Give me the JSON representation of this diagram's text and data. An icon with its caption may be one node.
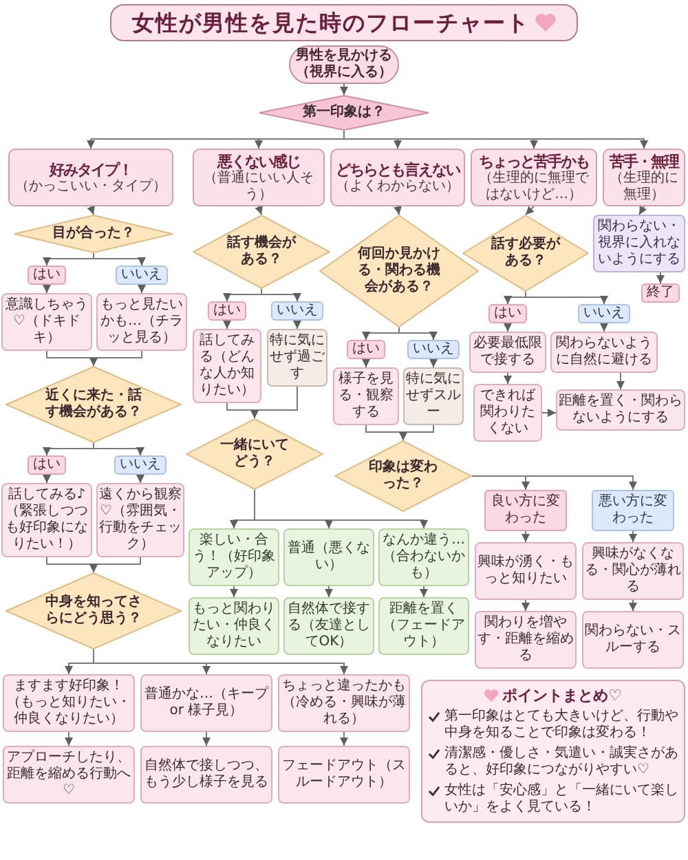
{
  "diagram": {
    "title": "女性が男性を見た時のフローチャート",
    "nodes": [
      {
        "text": [
          "男性を見かける（視界に入る）"
        ]
      },
      {
        "text": [
          "第一印象は？"
        ]
      },
      {
        "text": [
          "好みタイプ！",
          "（かっこいい・タイプ）"
        ]
      },
      {
        "text": [
          "悪くない感じ",
          "（普通にいい人そう）"
        ]
      },
      {
        "text": [
          "どちらとも言えない",
          "（よくわからない）"
        ]
      },
      {
        "text": [
          "ちょっと苦手かも",
          "（生理的に無理ではないけど…）"
        ]
      },
      {
        "text": [
          "苦手・無理",
          "（生理的に無理）"
        ]
      },
      {
        "text": [
          "目が合った？"
        ]
      },
      {
        "text": [
          "はい"
        ]
      },
      {
        "text": [
          "いいえ"
        ]
      },
      {
        "text": [
          "意識しちゃう♡（ドキドキ）"
        ]
      },
      {
        "text": [
          "もっと見たいかも…（チラッと見る）"
        ]
      },
      {
        "text": [
          "近くに来た・話す機会がある？"
        ]
      },
      {
        "text": [
          "はい"
        ]
      },
      {
        "text": [
          "いいえ"
        ]
      },
      {
        "text": [
          "話してみる♪（緊張しつつも好印象になりたい！）"
        ]
      },
      {
        "text": [
          "遠くから観察♡（雰囲気・行動をチェック）"
        ]
      },
      {
        "text": [
          "中身を知ってさらにどう思う？"
        ]
      },
      {
        "text": [
          "ますます好印象！（もっと知りたい・仲良くなりたい）"
        ]
      },
      {
        "text": [
          "普通かな…（キープ or 様子見）"
        ]
      },
      {
        "text": [
          "ちょっと違ったかも（冷める・興味が薄れる）"
        ]
      },
      {
        "text": [
          "アプローチしたり、距離を縮める行動へ♡"
        ]
      },
      {
        "text": [
          "自然体で接しつつ、もう少し様子を見る"
        ]
      },
      {
        "text": [
          "フェードアウト（スルードアウト）"
        ]
      },
      {
        "text": [
          "話す機会がある？"
        ]
      },
      {
        "text": [
          "はい"
        ]
      },
      {
        "text": [
          "いいえ"
        ]
      },
      {
        "text": [
          "話してみる（どんな人か知りたい）"
        ]
      },
      {
        "text": [
          "特に気にせず過ごす"
        ]
      },
      {
        "text": [
          "一緒にいてどう？"
        ]
      },
      {
        "text": [
          "楽しい・合う！（好印象アップ）"
        ]
      },
      {
        "text": [
          "普通（悪くない）"
        ]
      },
      {
        "text": [
          "なんか違う…（合わないかも）"
        ]
      },
      {
        "text": [
          "もっと関わりたい・仲良くなりたい"
        ]
      },
      {
        "text": [
          "自然体で接する（友達としてOK）"
        ]
      },
      {
        "text": [
          "距離を置く（フェードアウト）"
        ]
      },
      {
        "text": [
          "何回か見かける・関わる機会がある？"
        ]
      },
      {
        "text": [
          "はい"
        ]
      },
      {
        "text": [
          "いいえ"
        ]
      },
      {
        "text": [
          "様子を見る・観察する"
        ]
      },
      {
        "text": [
          "特に気にせずスルー"
        ]
      },
      {
        "text": [
          "印象は変わった？"
        ]
      },
      {
        "text": [
          "良い方に変わった"
        ]
      },
      {
        "text": [
          "悪い方に変わった"
        ]
      },
      {
        "text": [
          "興味が湧く・もっと知りたい"
        ]
      },
      {
        "text": [
          "興味がなくなる・関心が薄れる"
        ]
      },
      {
        "text": [
          "関わりを増やす・距離を縮める"
        ]
      },
      {
        "text": [
          "関わらない・スルーする"
        ]
      },
      {
        "text": [
          "話す必要がある？"
        ]
      },
      {
        "text": [
          "はい"
        ]
      },
      {
        "text": [
          "いいえ"
        ]
      },
      {
        "text": [
          "必要最低限で接する"
        ]
      },
      {
        "text": [
          "関わらないように自然に避ける"
        ]
      },
      {
        "text": [
          "できれば関わりたくない"
        ]
      },
      {
        "text": [
          "距離を置く・関わらないようにする"
        ]
      },
      {
        "text": [
          "関わらない・視界に入れないようにする"
        ]
      },
      {
        "text": [
          "終了"
        ]
      },
      {
        "text": [
          "ポイントまとめ♡",
          "第一印象はとても大きいけど、行動や中身を知ることで印象は変わる！",
          "清潔感・優しさ・気遣い・誠実さがあると、好印象につながりやすい♡",
          "女性は「安心感」と「一緒にいて楽しいか」をよく見ている！"
        ]
      }
    ],
    "edges": [
      {
        "from": 0,
        "to": 1,
        "arrow": "to"
      },
      {
        "from": 1,
        "to": 2,
        "arrow": "to"
      },
      {
        "from": 1,
        "to": 3,
        "arrow": "to"
      },
      {
        "from": 1,
        "to": 4,
        "arrow": "to"
      },
      {
        "from": 1,
        "to": 5,
        "arrow": "to"
      },
      {
        "from": 1,
        "to": 6,
        "arrow": "to"
      },
      {
        "from": 2,
        "to": 7,
        "arrow": "to"
      },
      {
        "from": 7,
        "to": 8,
        "arrow": "to"
      },
      {
        "from": 7,
        "to": 9,
        "arrow": "to"
      },
      {
        "from": 8,
        "to": 10,
        "arrow": "to"
      },
      {
        "from": 9,
        "to": 11,
        "arrow": "to"
      },
      {
        "from": 10,
        "to": 12,
        "arrow": "to"
      },
      {
        "from": 11,
        "to": 12,
        "arrow": "to"
      },
      {
        "from": 12,
        "to": 13,
        "arrow": "to"
      },
      {
        "from": 12,
        "to": 14,
        "arrow": "to"
      },
      {
        "from": 13,
        "to": 15,
        "arrow": "to"
      },
      {
        "from": 14,
        "to": 16,
        "arrow": "to"
      },
      {
        "from": 15,
        "to": 17,
        "arrow": "to"
      },
      {
        "from": 16,
        "to": 17,
        "arrow": "to"
      },
      {
        "from": 17,
        "to": 18,
        "arrow": "to"
      },
      {
        "from": 17,
        "to": 19,
        "arrow": "to"
      },
      {
        "from": 17,
        "to": 20,
        "arrow": "to"
      },
      {
        "from": 18,
        "to": 21,
        "arrow": "to"
      },
      {
        "from": 19,
        "to": 22,
        "arrow": "to"
      },
      {
        "from": 20,
        "to": 23,
        "arrow": "to"
      },
      {
        "from": 3,
        "to": 24,
        "arrow": "to"
      },
      {
        "from": 24,
        "to": 25,
        "arrow": "to"
      },
      {
        "from": 24,
        "to": 26,
        "arrow": "to"
      },
      {
        "from": 25,
        "to": 27,
        "arrow": "to"
      },
      {
        "from": 26,
        "to": 28,
        "arrow": "to"
      },
      {
        "from": 27,
        "to": 29,
        "arrow": "to"
      },
      {
        "from": 28,
        "to": 29,
        "arrow": "to"
      },
      {
        "from": 29,
        "to": 30,
        "arrow": "to"
      },
      {
        "from": 29,
        "to": 31,
        "arrow": "to"
      },
      {
        "from": 29,
        "to": 32,
        "arrow": "to"
      },
      {
        "from": 30,
        "to": 33,
        "arrow": "to"
      },
      {
        "from": 31,
        "to": 34,
        "arrow": "to"
      },
      {
        "from": 32,
        "to": 35,
        "arrow": "to"
      },
      {
        "from": 4,
        "to": 36,
        "arrow": "to"
      },
      {
        "from": 36,
        "to": 37,
        "arrow": "to"
      },
      {
        "from": 36,
        "to": 38,
        "arrow": "to"
      },
      {
        "from": 37,
        "to": 39,
        "arrow": "to"
      },
      {
        "from": 38,
        "to": 40,
        "arrow": "to"
      },
      {
        "from": 39,
        "to": 41,
        "arrow": "to"
      },
      {
        "from": 40,
        "to": 41,
        "arrow": "to"
      },
      {
        "from": 41,
        "to": 42,
        "arrow": "to"
      },
      {
        "from": 41,
        "to": 43,
        "arrow": "to"
      },
      {
        "from": 42,
        "to": 44,
        "arrow": "to"
      },
      {
        "from": 43,
        "to": 45,
        "arrow": "to"
      },
      {
        "from": 44,
        "to": 46,
        "arrow": "to"
      },
      {
        "from": 45,
        "to": 47,
        "arrow": "to"
      },
      {
        "from": 5,
        "to": 48,
        "arrow": "to"
      },
      {
        "from": 48,
        "to": 49,
        "arrow": "to"
      },
      {
        "from": 48,
        "to": 50,
        "arrow": "to"
      },
      {
        "from": 49,
        "to": 51,
        "arrow": "to"
      },
      {
        "from": 50,
        "to": 52,
        "arrow": "to"
      },
      {
        "from": 51,
        "to": 53,
        "arrow": "to"
      },
      {
        "from": 53,
        "to": 54,
        "arrow": "to"
      },
      {
        "from": 52,
        "to": 54,
        "arrow": "to"
      },
      {
        "from": 6,
        "to": 55,
        "arrow": "to"
      },
      {
        "from": 55,
        "to": 56,
        "arrow": "to"
      }
    ]
  }
}
